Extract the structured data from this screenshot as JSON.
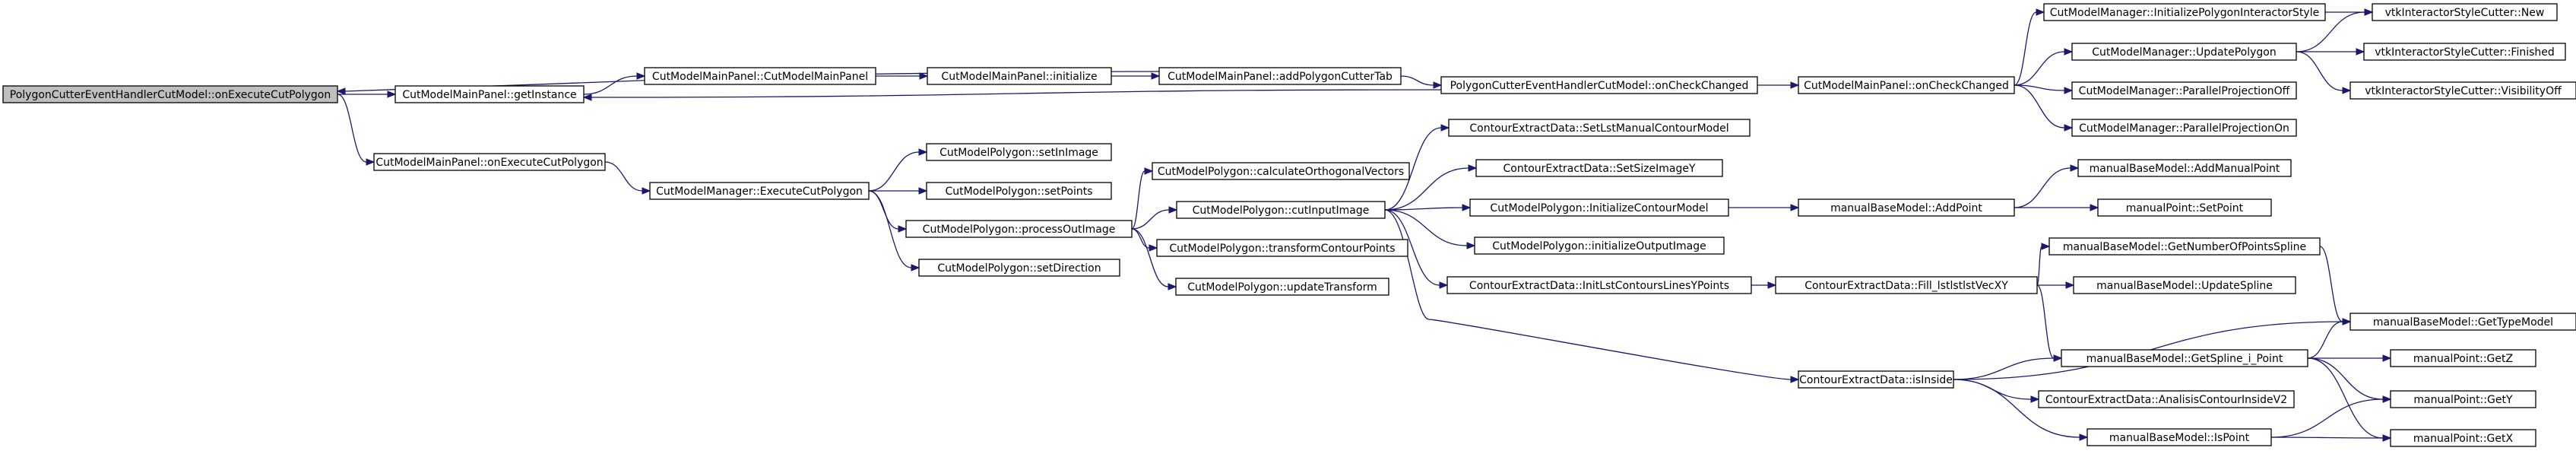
{
  "nodes": [
    {
      "id": "root",
      "label": "PolygonCutterEventHandlerCutModel::onExecuteCutPolygon",
      "root": true
    },
    {
      "id": "getInstance",
      "label": "CutModelMainPanel::getInstance"
    },
    {
      "id": "mpOnExecute",
      "label": "CutModelMainPanel::onExecuteCutPolygon"
    },
    {
      "id": "mpCtor",
      "label": "CutModelMainPanel::CutModelMainPanel"
    },
    {
      "id": "mpInit",
      "label": "CutModelMainPanel::initialize"
    },
    {
      "id": "mpAddTab",
      "label": "CutModelMainPanel::addPolygonCutterTab"
    },
    {
      "id": "pcOnCheck",
      "label": "PolygonCutterEventHandlerCutModel::onCheckChanged"
    },
    {
      "id": "mpOnCheck",
      "label": "CutModelMainPanel::onCheckChanged"
    },
    {
      "id": "cmInitStyle",
      "label": "CutModelManager::InitializePolygonInteractorStyle"
    },
    {
      "id": "cmUpdatePoly",
      "label": "CutModelManager::UpdatePolygon"
    },
    {
      "id": "cmParOff",
      "label": "CutModelManager::ParallelProjectionOff"
    },
    {
      "id": "cmParOn",
      "label": "CutModelManager::ParallelProjectionOn"
    },
    {
      "id": "vtkNew",
      "label": "vtkInteractorStyleCutter::New"
    },
    {
      "id": "vtkFinished",
      "label": "vtkInteractorStyleCutter::Finished"
    },
    {
      "id": "vtkVisOff",
      "label": "vtkInteractorStyleCutter::VisibilityOff"
    },
    {
      "id": "cmExecute",
      "label": "CutModelManager::ExecuteCutPolygon"
    },
    {
      "id": "cpSetInImage",
      "label": "CutModelPolygon::setInImage"
    },
    {
      "id": "cpSetPoints",
      "label": "CutModelPolygon::setPoints"
    },
    {
      "id": "cpProcessOut",
      "label": "CutModelPolygon::processOutImage"
    },
    {
      "id": "cpSetDirection",
      "label": "CutModelPolygon::setDirection"
    },
    {
      "id": "cpCalcOrtho",
      "label": "CutModelPolygon::calculateOrthogonalVectors"
    },
    {
      "id": "cpCutInput",
      "label": "CutModelPolygon::cutInputImage"
    },
    {
      "id": "cpTransform",
      "label": "CutModelPolygon::transformContourPoints"
    },
    {
      "id": "cpUpdateTrans",
      "label": "CutModelPolygon::updateTransform"
    },
    {
      "id": "ceSetLst",
      "label": "ContourExtractData::SetLstManualContourModel"
    },
    {
      "id": "ceSetSize",
      "label": "ContourExtractData::SetSizeImageY"
    },
    {
      "id": "cpInitContour",
      "label": "CutModelPolygon::InitializeContourModel"
    },
    {
      "id": "cpInitOutput",
      "label": "CutModelPolygon::initializeOutputImage"
    },
    {
      "id": "ceInitLst",
      "label": "ContourExtractData::InitLstContoursLinesYPoints"
    },
    {
      "id": "mbAddPoint",
      "label": "manualBaseModel::AddPoint"
    },
    {
      "id": "mbAddManual",
      "label": "manualBaseModel::AddManualPoint"
    },
    {
      "id": "mpSetPoint",
      "label": "manualPoint::SetPoint"
    },
    {
      "id": "ceFill",
      "label": "ContourExtractData::Fill_lstlstlstVecXY"
    },
    {
      "id": "mbGetNum",
      "label": "manualBaseModel::GetNumberOfPointsSpline"
    },
    {
      "id": "mbUpdateSpline",
      "label": "manualBaseModel::UpdateSpline"
    },
    {
      "id": "mbGetSpline",
      "label": "manualBaseModel::GetSpline_i_Point"
    },
    {
      "id": "mbGetType",
      "label": "manualBaseModel::GetTypeModel"
    },
    {
      "id": "mpGetZ",
      "label": "manualPoint::GetZ"
    },
    {
      "id": "ceIsInside",
      "label": "ContourExtractData::isInside"
    },
    {
      "id": "ceAnalisis",
      "label": "ContourExtractData::AnalisisContourInsideV2"
    },
    {
      "id": "mbIsPoint",
      "label": "manualBaseModel::IsPoint"
    },
    {
      "id": "mpGetY",
      "label": "manualPoint::GetY"
    },
    {
      "id": "mpGetX",
      "label": "manualPoint::GetX"
    }
  ]
}
